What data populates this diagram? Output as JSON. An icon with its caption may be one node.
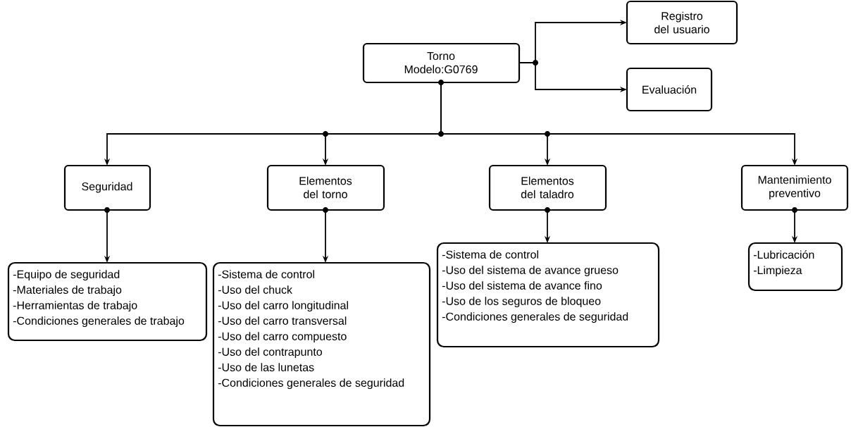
{
  "diagram": {
    "nodes": [
      {
        "text": [
          "Torno Modelo:G0769"
        ]
      },
      {
        "text": [
          "Registro del usuario"
        ]
      },
      {
        "text": [
          "Evaluación"
        ]
      },
      {
        "text": [
          "Seguridad"
        ]
      },
      {
        "text": [
          "Elementos del torno"
        ]
      },
      {
        "text": [
          "Elementos del taladro"
        ]
      },
      {
        "text": [
          "Mantenimiento preventivo"
        ]
      },
      {
        "text": [
          "-Equipo de seguridad",
          "-Materiales de trabajo",
          "-Herramientas de trabajo",
          "-Condiciones generales de trabajo"
        ]
      },
      {
        "text": [
          "-Sistema de control",
          "-Uso del chuck",
          "-Uso del carro longitudinal",
          "-Uso del carro transversal",
          "-Uso del carro compuesto",
          "-Uso del contrapunto",
          "-Uso de las lunetas",
          "-Condiciones generales de seguridad"
        ]
      },
      {
        "text": [
          "-Sistema de control",
          "-Uso del sistema de avance grueso",
          "-Uso del sistema de avance fino",
          "-Uso de los seguros de bloqueo",
          "-Condiciones generales de seguridad"
        ]
      },
      {
        "text": [
          "-Lubricación",
          "-Limpieza"
        ]
      }
    ],
    "edges": [
      {
        "from": 0,
        "to": 1,
        "arrow": "to"
      },
      {
        "from": 0,
        "to": 2,
        "arrow": "to"
      },
      {
        "from": 0,
        "to": 3,
        "arrow": "to"
      },
      {
        "from": 0,
        "to": 4,
        "arrow": "to"
      },
      {
        "from": 0,
        "to": 5,
        "arrow": "to"
      },
      {
        "from": 0,
        "to": 6,
        "arrow": "to"
      },
      {
        "from": 3,
        "to": 7,
        "arrow": "to"
      },
      {
        "from": 4,
        "to": 8,
        "arrow": "to"
      },
      {
        "from": 5,
        "to": 9,
        "arrow": "to"
      },
      {
        "from": 6,
        "to": 10,
        "arrow": "to"
      }
    ]
  }
}
